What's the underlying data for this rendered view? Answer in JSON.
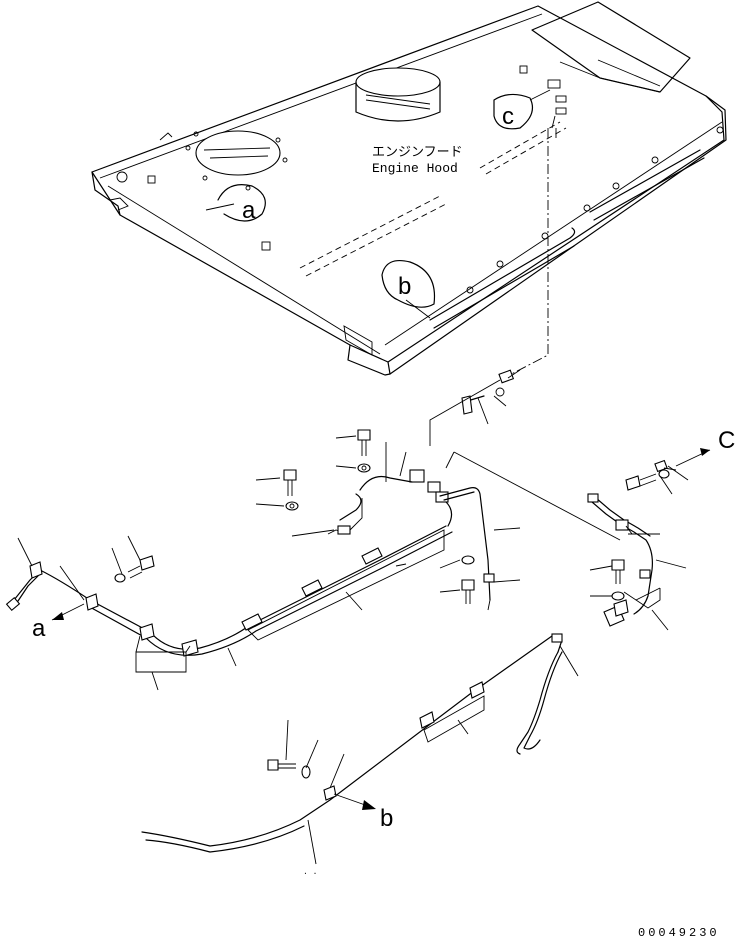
{
  "labels": {
    "hood_jp": "エンジンフード",
    "hood_en": "Engine Hood",
    "ref_a": "a",
    "ref_b": "b",
    "ref_c": "c",
    "arrow_a": "a",
    "arrow_b": "b",
    "arrow_c": "C",
    "drawing_number": "00049230"
  }
}
